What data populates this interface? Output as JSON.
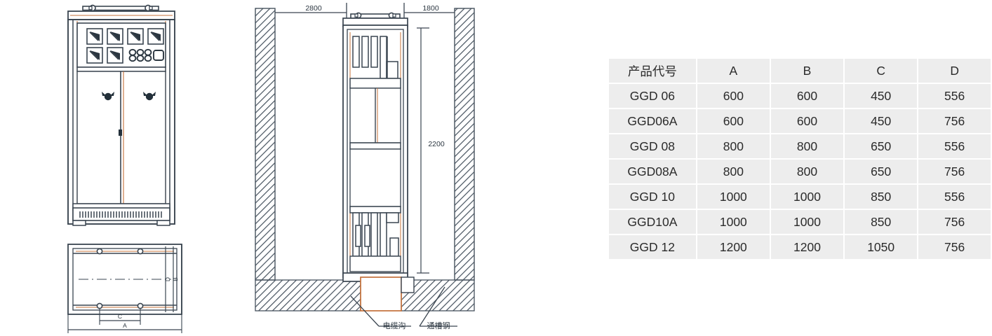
{
  "table": {
    "name": "GGD cabinet dimension table",
    "headers": [
      "产品代号",
      "A",
      "B",
      "C",
      "D"
    ],
    "rows": [
      [
        "GGD 06",
        "600",
        "600",
        "450",
        "556"
      ],
      [
        "GGD06A",
        "600",
        "600",
        "450",
        "756"
      ],
      [
        "GGD 08",
        "800",
        "800",
        "650",
        "556"
      ],
      [
        "GGD08A",
        "800",
        "800",
        "650",
        "756"
      ],
      [
        "GGD 10",
        "1000",
        "1000",
        "850",
        "556"
      ],
      [
        "GGD10A",
        "1000",
        "1000",
        "850",
        "756"
      ],
      [
        "GGD 12",
        "1200",
        "1200",
        "1050",
        "756"
      ]
    ],
    "cell_bg": "#ededed",
    "text_color": "#2b2b2b"
  },
  "front_view": {
    "name": "cabinet front elevation",
    "panel_meters": 6,
    "digital_display": "888"
  },
  "plan_view": {
    "name": "cabinet top plan view",
    "dim_a": "A",
    "dim_b": "B",
    "dim_c": "C",
    "dim_d": "D"
  },
  "section_view": {
    "name": "installation cross section",
    "dim_left": "2800",
    "dim_right": "1800",
    "dim_height": "2200",
    "label_trench": "电缆沟",
    "label_channel": "通槽钢"
  },
  "colors": {
    "line": "#3a4550",
    "line_warm": "#c4703a",
    "hatch": "#46525e",
    "table_cell": "#ededed"
  }
}
